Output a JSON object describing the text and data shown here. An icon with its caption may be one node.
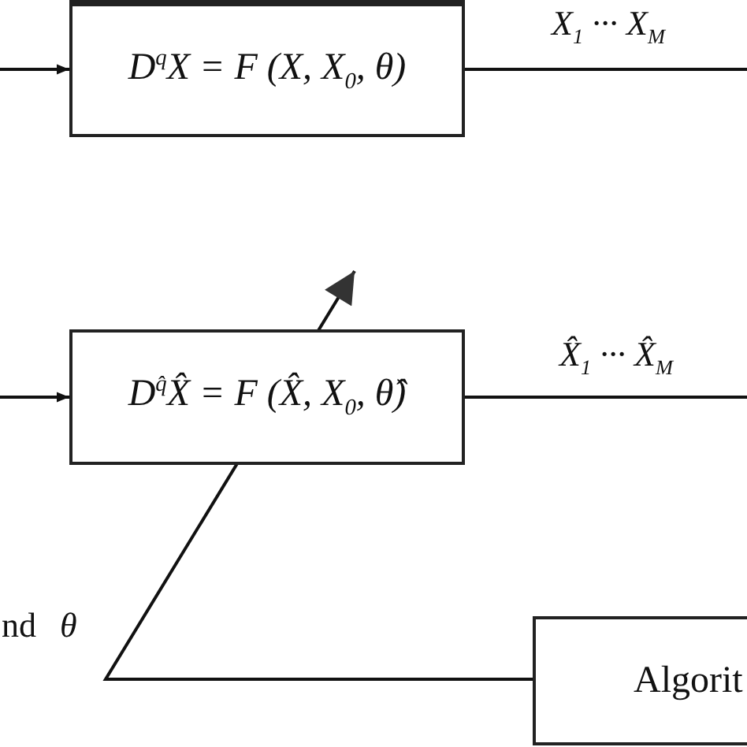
{
  "diagram": {
    "nodes": [
      {
        "text": [
          "D$^{q}$X = F (X, X$_{0}$, θ)"
        ]
      },
      {
        "text": [
          "D$^{q̂}$X̂ = F (X̂, X$_{0}$, θ̂)"
        ]
      },
      {
        "text": [
          "Algorit"
        ]
      }
    ],
    "edges": [
      {
        "from": null,
        "to": 0,
        "arrow": "to"
      },
      {
        "from": 0,
        "to": null,
        "arrow": "none"
      },
      {
        "from": null,
        "to": 1,
        "arrow": "to"
      },
      {
        "from": 1,
        "to": null,
        "arrow": "none"
      },
      {
        "from": 2,
        "to": null,
        "arrow": "to"
      }
    ],
    "labels": [
      "X$_{1}$ ··· X$_{M}$",
      "X̂$_{1}$ ··· X̂$_{M}$",
      "nd",
      "θ"
    ]
  }
}
